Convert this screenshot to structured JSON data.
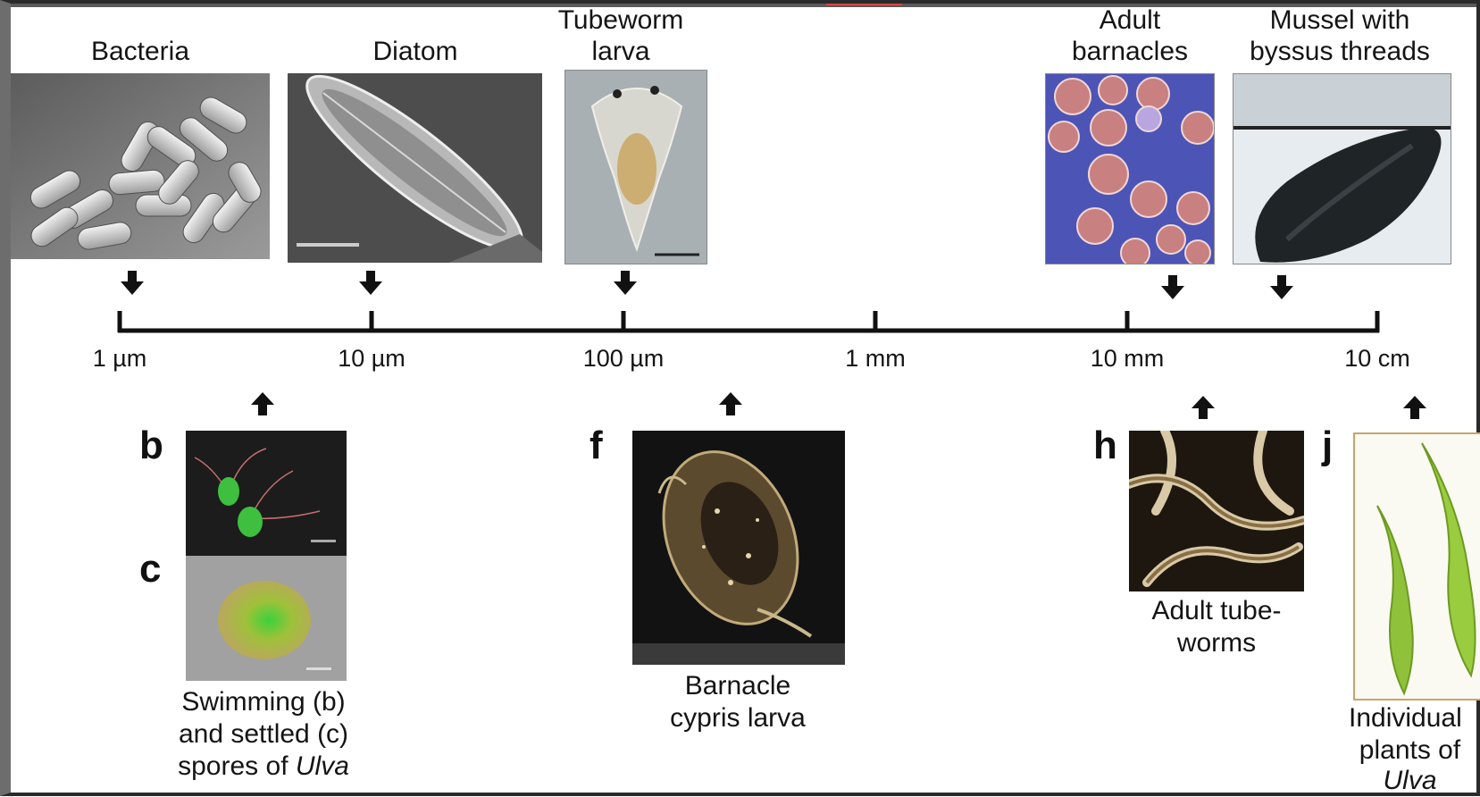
{
  "top_labels": {
    "bacteria": "Bacteria",
    "diatom": "Diatom",
    "tubeworm_l1": "Tubeworm",
    "tubeworm_l2": "larva",
    "barnacles_l1": "Adult",
    "barnacles_l2": "barnacles",
    "mussel_l1": "Mussel with",
    "mussel_l2": "byssus threads"
  },
  "scale": {
    "ticks": [
      "1 µm",
      "10 µm",
      "100 µm",
      "1 mm",
      "10 mm",
      "10 cm"
    ]
  },
  "bottom": {
    "letter_b": "b",
    "letter_c": "c",
    "letter_f": "f",
    "letter_h": "h",
    "letter_j": "j",
    "spores_l1": "Swimming (b)",
    "spores_l2": "and settled (c)",
    "spores_l3a": "spores of ",
    "spores_l3b": "Ulva",
    "cypris_l1": "Barnacle",
    "cypris_l2": "cypris larva",
    "tube_l1": "Adult tube-",
    "tube_l2": "worms",
    "ulva_l1": "Individual",
    "ulva_l2": "plants of",
    "ulva_l3": "Ulva"
  },
  "colors": {
    "background": "#ffffff",
    "axis": "#111111",
    "sem_gray": "#7c7c7c",
    "barnacle_bg": "#4f55b8",
    "ulva_green": "#8fc23a"
  }
}
